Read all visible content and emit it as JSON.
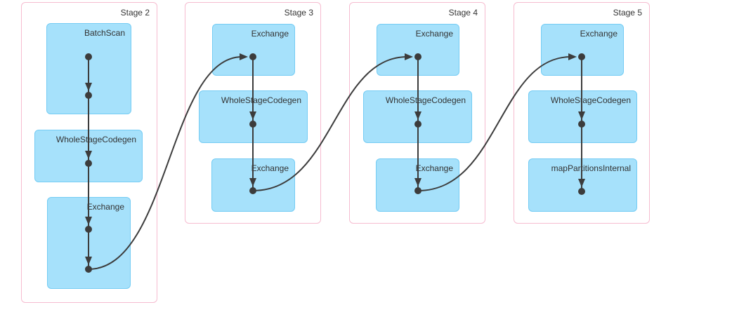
{
  "diagram": {
    "stages": [
      {
        "label": "Stage 2",
        "nodes": [
          {
            "label": "BatchScan"
          },
          {
            "label": "WholeStageCodegen"
          },
          {
            "label": "Exchange"
          }
        ]
      },
      {
        "label": "Stage 3",
        "nodes": [
          {
            "label": "Exchange"
          },
          {
            "label": "WholeStageCodegen"
          },
          {
            "label": "Exchange"
          }
        ]
      },
      {
        "label": "Stage 4",
        "nodes": [
          {
            "label": "Exchange"
          },
          {
            "label": "WholeStageCodegen"
          },
          {
            "label": "Exchange"
          }
        ]
      },
      {
        "label": "Stage 5",
        "nodes": [
          {
            "label": "Exchange"
          },
          {
            "label": "WholeStageCodegen"
          },
          {
            "label": "mapPartitionsInternal"
          }
        ]
      }
    ],
    "colors": {
      "cluster_border": "#f6bcd0",
      "cluster_fill": "#ffffff",
      "node_fill": "#a6e1fb",
      "node_border": "#74ccf4",
      "edge": "#3c3c3c",
      "text": "#333333"
    }
  }
}
